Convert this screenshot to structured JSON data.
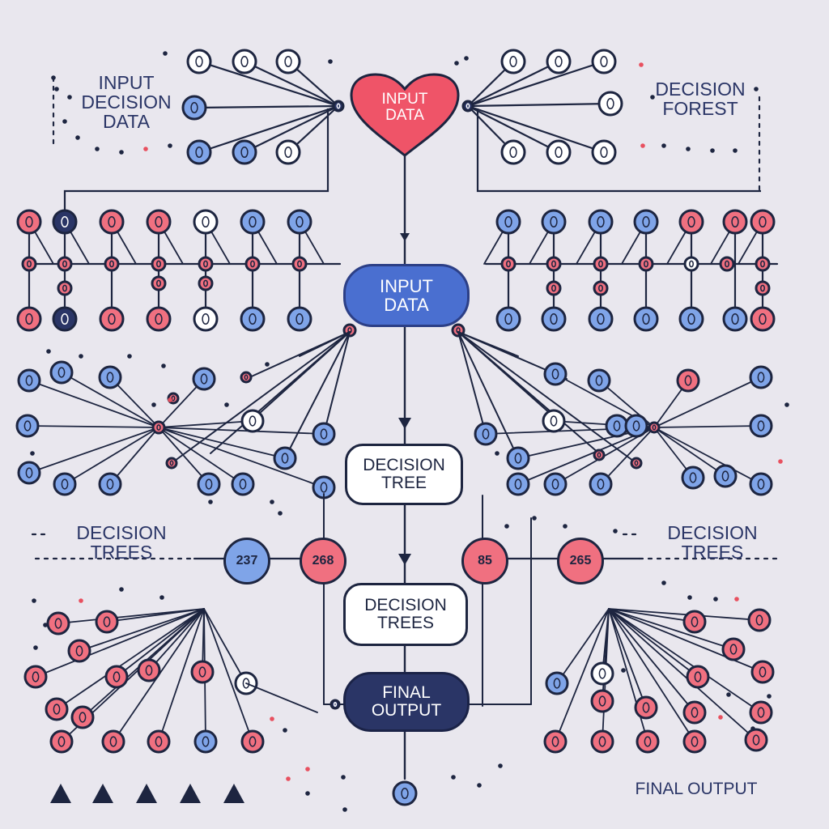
{
  "labels": {
    "top_left": "INPUT\nDECISION\nDATA",
    "top_right": "DECISION\nFOREST",
    "mid_left": "DECISION\nTREES",
    "mid_right": "DECISION\nTREES",
    "bottom_right": "FINAL OUTPUT"
  },
  "boxes": {
    "top_heart": "INPUT\nDATA",
    "center_pill": "INPUT\nDATA",
    "card_upper": "DECISION\nTREE",
    "card_lower": "DECISION\nTREES",
    "final_pill": "FINAL\nOUTPUT"
  },
  "numbered_nodes": [
    "237",
    "268",
    "85",
    "265"
  ],
  "colors": {
    "background": "#e9e7ee",
    "line": "#1d2540",
    "node_blue": "#7fa4e8",
    "node_red": "#f07080",
    "node_white": "#ffffff",
    "node_navy": "#2a3566",
    "accent_pink": "#e8505f",
    "pill_blue": "#4a6fd0",
    "pill_navy": "#2a3566"
  }
}
